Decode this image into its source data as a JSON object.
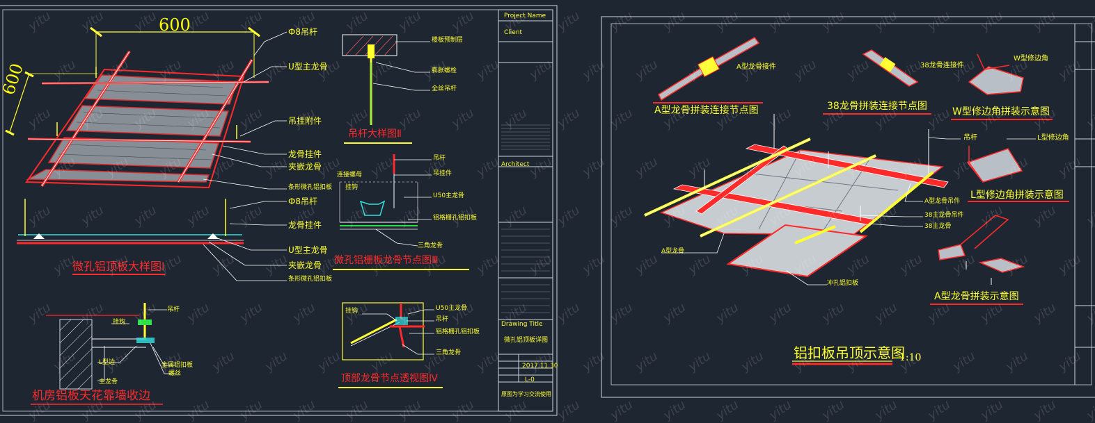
{
  "left_sheet": {
    "dims": {
      "w": "600",
      "h": "600"
    },
    "labels": {
      "suspender_rod": "Ф8吊杆",
      "u_main_keel": "U型主龙骨",
      "hanger": "吊挂附件",
      "keel_hanger": "龙骨挂件",
      "clip_keel": "夹嵌龙骨",
      "perforated_panel": "条形微孔铝扣板",
      "suspender_rod_2": "Ф8吊杆",
      "keel_hanger_2": "龙骨挂件",
      "u_main_keel_2": "U型主龙骨",
      "clip_keel_2": "夹嵌龙骨",
      "perforated_panel_2": "条形微孔铝扣板",
      "floor_slab": "楼板预制层",
      "expansion_bolt": "膨胀螺栓",
      "full_thread_rod": "全丝吊杆",
      "connector": "连接螺母",
      "hang_rod": "吊杆",
      "hang_piece": "吊挂件",
      "clip": "挂钩",
      "u50_keel": "U50主龙骨",
      "grille_panel": "铝格栅孔铝扣板",
      "triangle_keel": "三角龙骨",
      "clip_2": "挂钩",
      "u50_keel_2": "U50主龙骨",
      "hang_rod_2": "吊杆",
      "grille_panel_2": "铝格栅孔铝扣板",
      "triangle_keel_2": "三角龙骨",
      "wall_hanger": "吊杆",
      "wall_clip": "挂钩",
      "l_trim": "L型边",
      "wall_panel": "金属铝扣板",
      "wall_screw": "螺丝",
      "wall_keel": "主龙骨"
    },
    "titles": {
      "detail_1": "微孔铝顶板大样图Ⅰ",
      "detail_2": "吊杆大样图Ⅱ",
      "detail_3": "微孔铝栅板龙骨节点图Ⅲ",
      "detail_4": "顶部龙骨节点透视图Ⅳ",
      "wall_edge": "机房铝板天花靠墙收边"
    },
    "title_block": {
      "project": "Project Name",
      "client": "Client",
      "architect": "Architect",
      "drawing_title": "Drawing Title",
      "title_text": "微孔铝顶板详图",
      "date": "2017.11.30",
      "sheet_no": "L-0",
      "remark": "原图为学习交流使用"
    }
  },
  "right_sheet": {
    "labels": {
      "a_keel_conn": "A型龙骨接件",
      "keel38_conn": "38龙骨连接件",
      "w_trim": "W型修边角",
      "hang_rod": "吊杆",
      "l_trim_small": "L型修边角",
      "a_keel_hang": "A型龙骨吊件",
      "keel38_hang": "38主龙骨吊件",
      "keel38": "38主龙骨",
      "a_keel": "A型龙骨",
      "punch_panel": "冲孔铝扣板"
    },
    "titles": {
      "a_keel_joint": "A型龙骨拼装连接节点图",
      "keel38_joint": "38龙骨拼装连接节点图",
      "w_trim_view": "W型修边角拼装示意图",
      "l_trim_view": "L型修边角拼装示意图",
      "a_keel_view": "A型龙骨拼装示意图",
      "main": "铝扣板吊顶示意图",
      "scale": "1:10"
    }
  },
  "watermark": "yitu",
  "colors": {
    "background": "#1e2631",
    "red": "#ff2a2a",
    "yellow": "#ffff33",
    "white": "#ffffff",
    "cyan": "#35e0e0",
    "green": "#2fe04a"
  }
}
